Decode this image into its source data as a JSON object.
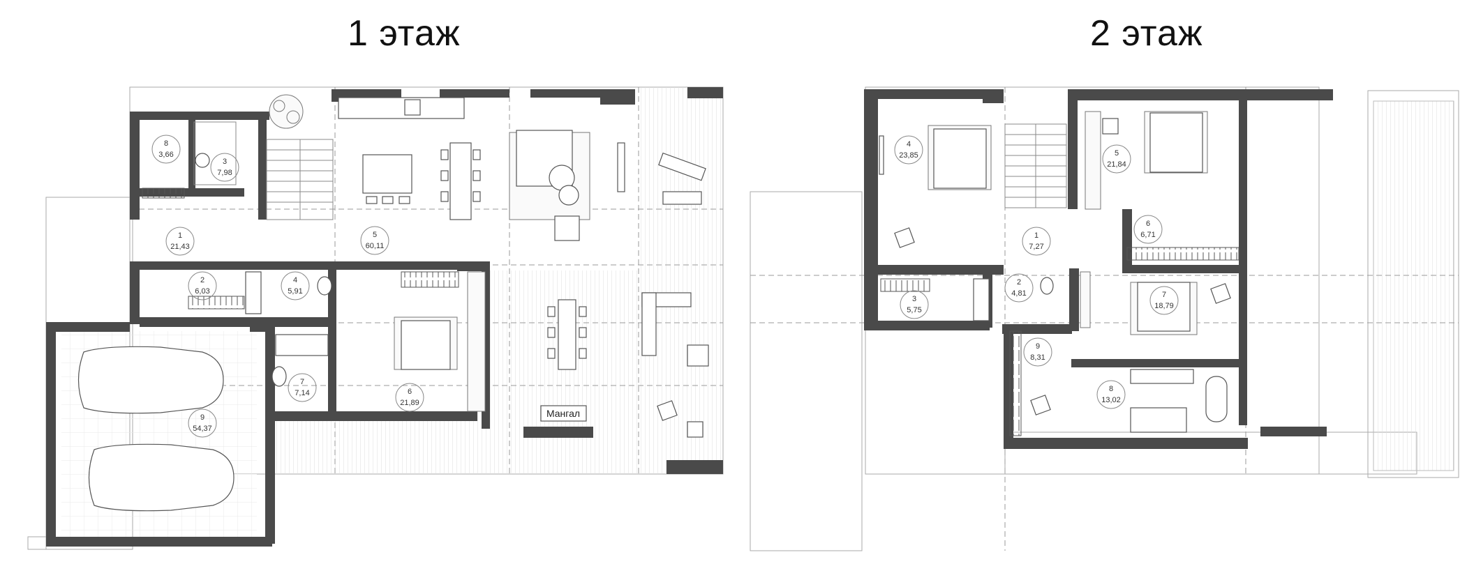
{
  "floors": [
    {
      "title": "1 этаж",
      "rooms": [
        {
          "num": "1",
          "area": "21,43"
        },
        {
          "num": "2",
          "area": "6,03"
        },
        {
          "num": "3",
          "area": "7,98"
        },
        {
          "num": "4",
          "area": "5,91"
        },
        {
          "num": "5",
          "area": "60,11"
        },
        {
          "num": "6",
          "area": "21,89"
        },
        {
          "num": "7",
          "area": "7,14"
        },
        {
          "num": "8",
          "area": "3,66"
        },
        {
          "num": "9",
          "area": "54,37"
        }
      ],
      "labels": {
        "grill": "Мангал"
      }
    },
    {
      "title": "2 этаж",
      "rooms": [
        {
          "num": "1",
          "area": "7,27"
        },
        {
          "num": "2",
          "area": "4,81"
        },
        {
          "num": "3",
          "area": "5,75"
        },
        {
          "num": "4",
          "area": "23,85"
        },
        {
          "num": "5",
          "area": "21,84"
        },
        {
          "num": "6",
          "area": "6,71"
        },
        {
          "num": "7",
          "area": "18,79"
        },
        {
          "num": "8",
          "area": "13,02"
        },
        {
          "num": "9",
          "area": "8,31"
        }
      ]
    }
  ]
}
